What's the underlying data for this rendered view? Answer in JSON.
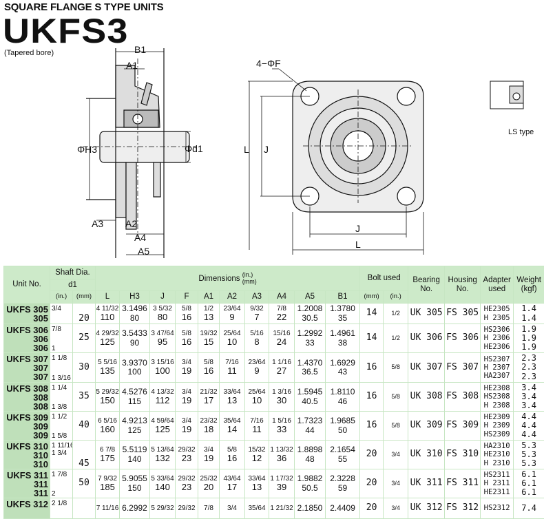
{
  "header": {
    "subtitle": "SQUARE FLANGE S TYPE UNITS",
    "title": "UKFS3",
    "note": "(Tapered bore)"
  },
  "drawing": {
    "labels": {
      "b1": "B1",
      "a1": "A1",
      "h3": "ΦH3",
      "d1": "Φd1",
      "a3": "A3",
      "a2": "A2",
      "a4": "A4",
      "a5": "A5",
      "holes": "4−ΦF",
      "l_left": "L",
      "j_left": "J",
      "j_bottom": "J",
      "l_bottom": "L",
      "ls": "LS type"
    }
  },
  "table": {
    "head": {
      "unit": "Unit No.",
      "shaft": "Shaft Dia.",
      "d1": "d1",
      "dimensions": "Dimensions",
      "dim_units": "(in.)\n(mm)",
      "bolt": "Bolt used",
      "bearing": "Bearing No.",
      "housing": "Housing No.",
      "adapter": "Adapter used",
      "weight": "Weight (kgf)",
      "cols": [
        "(in.)",
        "(mm)",
        "L",
        "H3",
        "J",
        "F",
        "A1",
        "A2",
        "A3",
        "A4",
        "A5",
        "B1",
        "(mm)",
        "(in.)"
      ]
    },
    "rows": [
      {
        "unit": [
          "UKFS 305",
          "305"
        ],
        "shaft_in": [
          "3/4",
          ""
        ],
        "shaft_mm": "20",
        "dims": [
          [
            "4 11/32",
            "110"
          ],
          [
            "3.1496",
            "80"
          ],
          [
            "3 5/32",
            "80"
          ],
          [
            "5/8",
            "16"
          ],
          [
            "1/2",
            "13"
          ],
          [
            "23/64",
            "9"
          ],
          [
            "9/32",
            "7"
          ],
          [
            "7/8",
            "22"
          ],
          [
            "1.2008",
            "30.5"
          ],
          [
            "1.3780",
            "35"
          ]
        ],
        "bolt_mm": "14",
        "bolt_in": "1/2",
        "bearing": "UK 305",
        "housing": "FS 305",
        "adapter": [
          "HE2305",
          "H 2305"
        ],
        "weight": [
          "1.4",
          "1.4"
        ]
      },
      {
        "unit": [
          "UKFS 306",
          "306",
          "306"
        ],
        "shaft_in": [
          "7/8",
          "1"
        ],
        "shaft_mm": "25",
        "dims": [
          [
            "4 29/32",
            "125"
          ],
          [
            "3.5433",
            "90"
          ],
          [
            "3 47/64",
            "95"
          ],
          [
            "5/8",
            "16"
          ],
          [
            "19/32",
            "15"
          ],
          [
            "25/64",
            "10"
          ],
          [
            "5/16",
            "8"
          ],
          [
            "15/16",
            "24"
          ],
          [
            "1.2992",
            "33"
          ],
          [
            "1.4961",
            "38"
          ]
        ],
        "bolt_mm": "14",
        "bolt_in": "1/2",
        "bearing": "UK 306",
        "housing": "FS 306",
        "adapter": [
          "HS2306",
          "H 2306",
          "HE2306"
        ],
        "weight": [
          "1.9",
          "1.9",
          "1.9"
        ]
      },
      {
        "unit": [
          "UKFS 307",
          "307",
          "307"
        ],
        "shaft_in": [
          "1 1/8",
          "1 3/16"
        ],
        "shaft_mm": "30",
        "dims": [
          [
            "5 5/16",
            "135"
          ],
          [
            "3.9370",
            "100"
          ],
          [
            "3 15/16",
            "100"
          ],
          [
            "3/4",
            "19"
          ],
          [
            "5/8",
            "16"
          ],
          [
            "7/16",
            "11"
          ],
          [
            "23/64",
            "9"
          ],
          [
            "1 1/16",
            "27"
          ],
          [
            "1.4370",
            "36.5"
          ],
          [
            "1.6929",
            "43"
          ]
        ],
        "bolt_mm": "16",
        "bolt_in": "5/8",
        "bearing": "UK 307",
        "housing": "FS 307",
        "adapter": [
          "HS2307",
          "H 2307",
          "HA2307"
        ],
        "weight": [
          "2.3",
          "2.3",
          "2.3"
        ]
      },
      {
        "unit": [
          "UKFS 308",
          "308",
          "308"
        ],
        "shaft_in": [
          "1 1/4",
          "1 3/8"
        ],
        "shaft_mm": "35",
        "dims": [
          [
            "5 29/32",
            "150"
          ],
          [
            "4.5276",
            "115"
          ],
          [
            "4 13/32",
            "112"
          ],
          [
            "3/4",
            "19"
          ],
          [
            "21/32",
            "17"
          ],
          [
            "33/64",
            "13"
          ],
          [
            "25/64",
            "10"
          ],
          [
            "1 3/16",
            "30"
          ],
          [
            "1.5945",
            "40.5"
          ],
          [
            "1.8110",
            "46"
          ]
        ],
        "bolt_mm": "16",
        "bolt_in": "5/8",
        "bearing": "UK 308",
        "housing": "FS 308",
        "adapter": [
          "HE2308",
          "HS2308",
          "H 2308"
        ],
        "weight": [
          "3.4",
          "3.4",
          "3.4"
        ]
      },
      {
        "unit": [
          "UKFS 309",
          "309",
          "309"
        ],
        "shaft_in": [
          "1 1/2",
          "1 5/8"
        ],
        "shaft_mm": "40",
        "dims": [
          [
            "6 5/16",
            "160"
          ],
          [
            "4.9213",
            "125"
          ],
          [
            "4 59/64",
            "125"
          ],
          [
            "3/4",
            "19"
          ],
          [
            "23/32",
            "18"
          ],
          [
            "35/64",
            "14"
          ],
          [
            "7/16",
            "11"
          ],
          [
            "1 5/16",
            "33"
          ],
          [
            "1.7323",
            "44"
          ],
          [
            "1.9685",
            "50"
          ]
        ],
        "bolt_mm": "16",
        "bolt_in": "5/8",
        "bearing": "UK 309",
        "housing": "FS 309",
        "adapter": [
          "HE2309",
          "H 2309",
          "HS2309"
        ],
        "weight": [
          "4.4",
          "4.4",
          "4.4"
        ]
      },
      {
        "unit": [
          "UKFS 310",
          "310",
          "310"
        ],
        "shaft_in": [
          "1 11/16\n1 3/4",
          ""
        ],
        "shaft_mm": "45",
        "dims": [
          [
            "6 7/8",
            "175"
          ],
          [
            "5.5119",
            "140"
          ],
          [
            "5 13/64",
            "132"
          ],
          [
            "29/32",
            "23"
          ],
          [
            "3/4",
            "19"
          ],
          [
            "5/8",
            "16"
          ],
          [
            "15/32",
            "12"
          ],
          [
            "1 13/32",
            "36"
          ],
          [
            "1.8898",
            "48"
          ],
          [
            "2.1654",
            "55"
          ]
        ],
        "bolt_mm": "20",
        "bolt_in": "3/4",
        "bearing": "UK 310",
        "housing": "FS 310",
        "adapter": [
          "HA2310",
          "HE2310",
          "H 2310"
        ],
        "weight": [
          "5.3",
          "5.3",
          "5.3"
        ]
      },
      {
        "unit": [
          "UKFS 311",
          "311",
          "311"
        ],
        "shaft_in": [
          "1 7/8",
          "2"
        ],
        "shaft_mm": "50",
        "dims": [
          [
            "7 9/32",
            "185"
          ],
          [
            "5.9055",
            "150"
          ],
          [
            "5 33/64",
            "140"
          ],
          [
            "29/32",
            "23"
          ],
          [
            "25/32",
            "20"
          ],
          [
            "43/64",
            "17"
          ],
          [
            "33/64",
            "13"
          ],
          [
            "1 17/32",
            "39"
          ],
          [
            "1.9882",
            "50.5"
          ],
          [
            "2.3228",
            "59"
          ]
        ],
        "bolt_mm": "20",
        "bolt_in": "3/4",
        "bearing": "UK 311",
        "housing": "FS 311",
        "adapter": [
          "HS2311",
          "H 2311",
          "HE2311"
        ],
        "weight": [
          "6.1",
          "6.1",
          "6.1"
        ]
      },
      {
        "unit": [
          "UKFS 312"
        ],
        "shaft_in": [
          "2 1/8",
          ""
        ],
        "shaft_mm": "",
        "dims": [
          [
            "7 11/16",
            ""
          ],
          [
            "6.2992",
            ""
          ],
          [
            "5 29/32",
            ""
          ],
          [
            "29/32",
            ""
          ],
          [
            "7/8",
            ""
          ],
          [
            "3/4",
            ""
          ],
          [
            "35/64",
            ""
          ],
          [
            "1 21/32",
            ""
          ],
          [
            "2.1850",
            ""
          ],
          [
            "2.4409",
            ""
          ]
        ],
        "bolt_mm": "20",
        "bolt_in": "3/4",
        "bearing": "UK 312",
        "housing": "FS 312",
        "adapter": [
          "HS2312"
        ],
        "weight": [
          "7.4"
        ]
      }
    ]
  }
}
